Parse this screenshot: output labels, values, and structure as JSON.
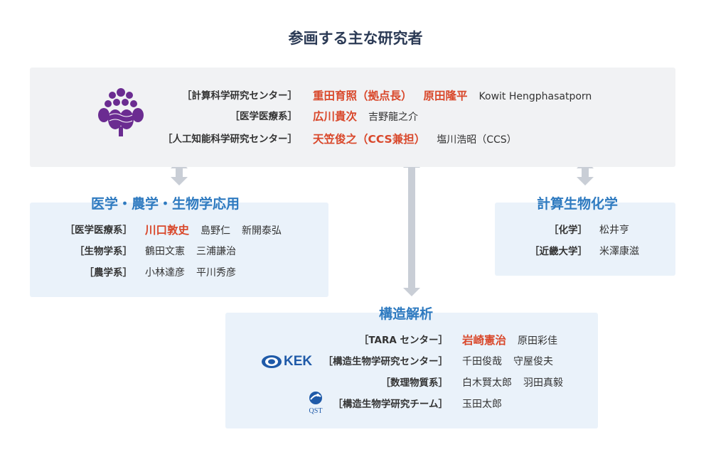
{
  "title": "参画する主な研究者",
  "top": {
    "rows": [
      {
        "dept": "［計算科学研究センター］",
        "leads": [
          "重田育照（拠点長）",
          "原田隆平"
        ],
        "members": [
          "Kowit Hengphasatporn"
        ]
      },
      {
        "dept": "［医学医療系］",
        "leads": [
          "広川貴次"
        ],
        "members": [
          "吉野龍之介"
        ]
      },
      {
        "dept": "［人工知能科学研究センター］",
        "leads": [
          "天笠俊之（CCS兼担）"
        ],
        "members": [
          "塩川浩昭（CCS）"
        ]
      }
    ]
  },
  "bio": {
    "title": "医学・農学・生物学応用",
    "rows": [
      {
        "dept": "［医学医療系］",
        "leads": [
          "川口敦史"
        ],
        "members": [
          "島野仁",
          "新開泰弘"
        ]
      },
      {
        "dept": "［生物学系］",
        "leads": [],
        "members": [
          "鶴田文憲",
          "三浦謙治"
        ]
      },
      {
        "dept": "［農学系］",
        "leads": [],
        "members": [
          "小林達彦",
          "平川秀彦"
        ]
      }
    ]
  },
  "chem": {
    "title": "計算生物化学",
    "rows": [
      {
        "dept": "［化学］",
        "leads": [],
        "members": [
          "松井亨"
        ]
      },
      {
        "dept": "［近畿大学］",
        "leads": [],
        "members": [
          "米澤康滋"
        ]
      }
    ]
  },
  "struct": {
    "title": "構造解析",
    "kek_logo": "KEK",
    "qst_logo": "QST",
    "rows": [
      {
        "dept": "［TARA センター］",
        "leads": [
          "岩崎憲治"
        ],
        "members": [
          "原田彩佳"
        ]
      },
      {
        "dept": "［構造生物学研究センター］",
        "leads": [],
        "members": [
          "千田俊哉",
          "守屋俊夫"
        ]
      },
      {
        "dept": "［数理物質系］",
        "leads": [],
        "members": [
          "白木賢太郎",
          "羽田真毅"
        ]
      },
      {
        "dept": "［構造生物学研究チーム］",
        "leads": [],
        "members": [
          "玉田太郎"
        ]
      }
    ]
  },
  "colors": {
    "accent_blue": "#2e7ac0",
    "lead_red": "#d9482b",
    "arrow_gray": "#c9ced6",
    "purple": "#6b2c91"
  }
}
